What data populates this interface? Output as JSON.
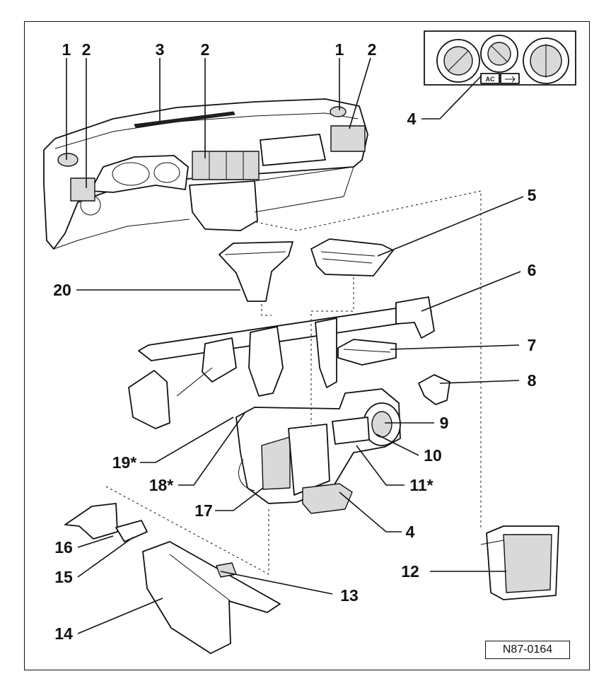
{
  "reference_code": "N87-0164",
  "callouts": [
    {
      "id": "c1a",
      "text": "1"
    },
    {
      "id": "c2a",
      "text": "2"
    },
    {
      "id": "c3",
      "text": "3"
    },
    {
      "id": "c2b",
      "text": "2"
    },
    {
      "id": "c1b",
      "text": "1"
    },
    {
      "id": "c2c",
      "text": "2"
    },
    {
      "id": "c4a",
      "text": "4"
    },
    {
      "id": "c5",
      "text": "5"
    },
    {
      "id": "c20",
      "text": "20"
    },
    {
      "id": "c6",
      "text": "6"
    },
    {
      "id": "c7",
      "text": "7"
    },
    {
      "id": "c8",
      "text": "8"
    },
    {
      "id": "c9",
      "text": "9"
    },
    {
      "id": "c10",
      "text": "10"
    },
    {
      "id": "c19",
      "text": "19*"
    },
    {
      "id": "c18",
      "text": "18*"
    },
    {
      "id": "c11",
      "text": "11*"
    },
    {
      "id": "c17",
      "text": "17"
    },
    {
      "id": "c4b",
      "text": "4"
    },
    {
      "id": "c16",
      "text": "16"
    },
    {
      "id": "c15",
      "text": "15"
    },
    {
      "id": "c12",
      "text": "12"
    },
    {
      "id": "c13",
      "text": "13"
    },
    {
      "id": "c14",
      "text": "14"
    }
  ],
  "control_panel": {
    "ac_label": "AC"
  }
}
